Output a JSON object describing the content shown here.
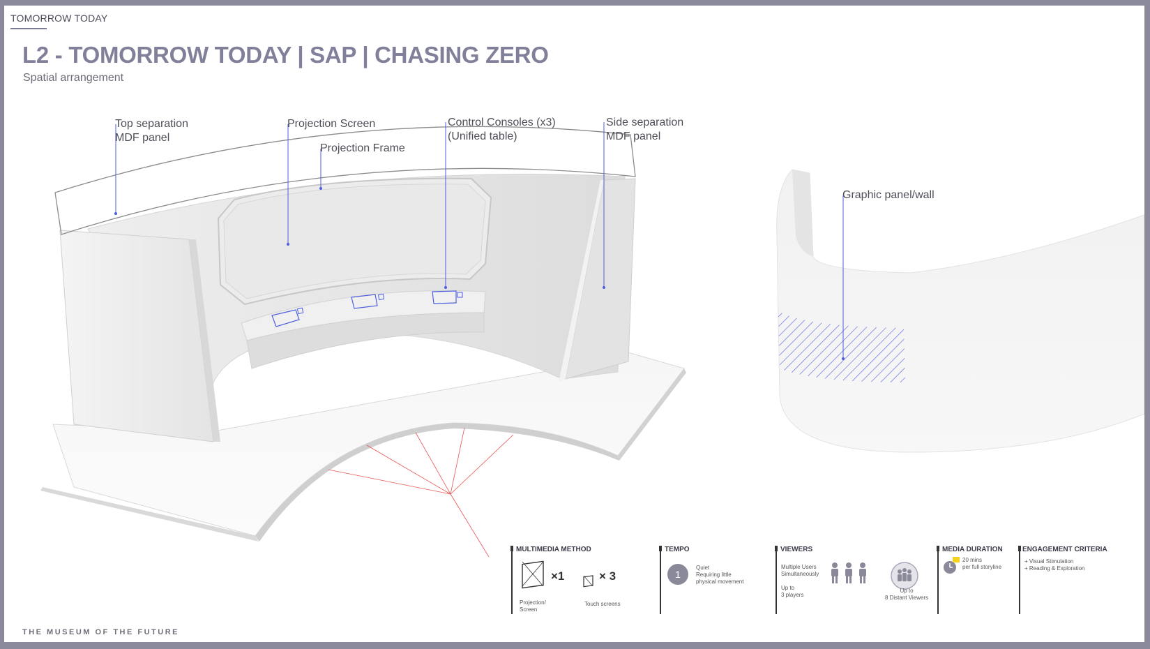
{
  "header": {
    "brand": "TOMORROW TODAY",
    "title": "L2 - TOMORROW TODAY | SAP | CHASING ZERO",
    "subtitle": "Spatial arrangement"
  },
  "callouts": {
    "top_separation": [
      "Top separation",
      "MDF panel"
    ],
    "projection_screen": "Projection Screen",
    "projection_frame": "Projection Frame",
    "control_consoles": [
      "Control Consoles (x3)",
      "(Unified table)"
    ],
    "side_separation": [
      "Side separation",
      "MDF panel"
    ],
    "graphic_panel": "Graphic panel/wall"
  },
  "legend": {
    "multimedia": {
      "title": "MULTIMEDIA METHOD",
      "projection_count": "×1",
      "projection_label": [
        "Projection/",
        "Screen"
      ],
      "touch_count": "× 3",
      "touch_label": "Touch screens"
    },
    "tempo": {
      "title": "TEMPO",
      "level": "1",
      "desc": [
        "Quiet",
        "Requiring little",
        "physical movement"
      ]
    },
    "viewers": {
      "title": "VIEWERS",
      "users": [
        "Multiple Users",
        "Simultaneously"
      ],
      "players": [
        "Up to",
        "3 players"
      ],
      "distant": [
        "Up to",
        "8 Distant Viewers"
      ]
    },
    "media_duration": {
      "title": "MEDIA DURATION",
      "desc": [
        "20 mins",
        "per full storyline"
      ]
    },
    "engagement": {
      "title": "ENGAGEMENT CRITERIA",
      "items": [
        "+ Visual Stimulation",
        "+ Reading & Exploration"
      ]
    }
  },
  "footer": {
    "text": "THE MUSEUM OF THE FUTURE"
  },
  "colors": {
    "title": "#81809a",
    "accent_line": "#4c5de0",
    "guide_red": "#e8544f",
    "frame": "#8a8a9c"
  }
}
